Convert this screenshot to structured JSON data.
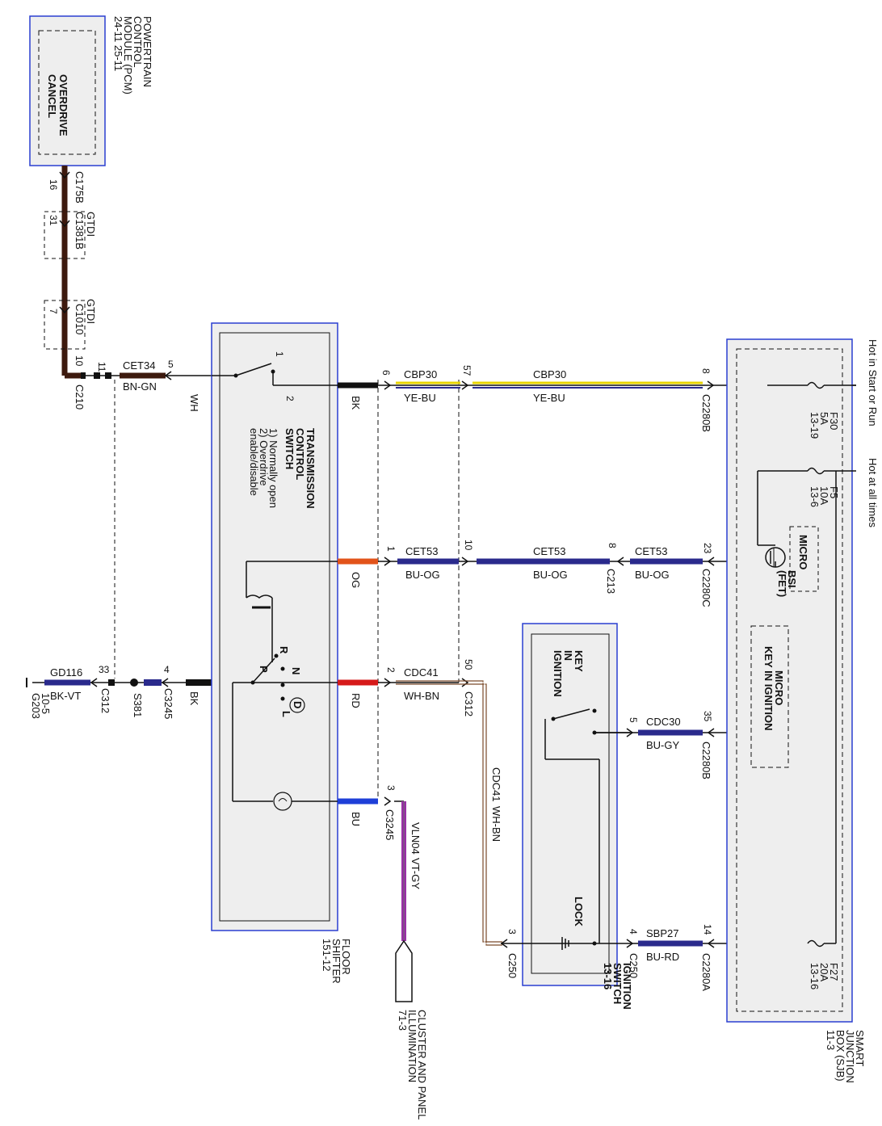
{
  "pcm": {
    "title_lines": [
      "POWERTRAIN",
      "CONTROL",
      "MODULE (PCM)",
      "24-11 25-11"
    ],
    "inner_lines": [
      "OVERDRIVE",
      "CANCEL"
    ]
  },
  "left_connectors": {
    "c175b": "C175B",
    "pin16": "16",
    "gtdi1": "GTDI",
    "c1381b": "C1381B",
    "pin31": "31",
    "gtdi2": "GTDI",
    "c1010": "C1010",
    "pin7": "7",
    "pin10": "10",
    "c210": "C210",
    "pin11": "11"
  },
  "wires": {
    "cet34": "CET34",
    "bn_gn": "BN-GN",
    "pin5": "5",
    "wh": "WH",
    "gd116": "GD116",
    "bk_vt": "BK-VT",
    "pin33": "33",
    "c312a": "C312",
    "s381": "S381",
    "pin4": "4",
    "c3245a": "C3245",
    "bk2": "BK",
    "g203": "G203",
    "g203_ref": "10-5",
    "bk1": "BK",
    "og": "OG",
    "rd": "RD",
    "bu": "BU",
    "p6": "6",
    "cbp30a": "CBP30",
    "ye_bu_a": "YE-BU",
    "p57": "57",
    "cbp30b": "CBP30",
    "ye_bu_b": "YE-BU",
    "p8a": "8",
    "c2280b_a": "C2280B",
    "p1": "1",
    "cet53a": "CET53",
    "bu_og_a": "BU-OG",
    "p10": "10",
    "cet53b": "CET53",
    "bu_og_b": "BU-OG",
    "p8b": "8",
    "c213": "C213",
    "cet53c": "CET53",
    "bu_og_c": "BU-OG",
    "p23": "23",
    "c2280c": "C2280C",
    "p2": "2",
    "cdc41a": "CDC41",
    "wh_bn_a": "WH-BN",
    "p50": "50",
    "c312b": "C312",
    "p5": "5",
    "cdc30": "CDC30",
    "bu_gy": "BU-GY",
    "p35": "35",
    "c2280b_b": "C2280B",
    "p3": "3",
    "c3245b": "C3245",
    "vln04": "VLN04",
    "vt_gy": "VT-GY",
    "cdc41b": "CDC41",
    "wh_bn_b": "WH-BN",
    "p3b": "3",
    "c250a": "C250",
    "p4b": "4",
    "c250b": "C250",
    "sbp27": "SBP27",
    "bu_rd": "BU-RD",
    "p14": "14",
    "c2280a": "C2280A"
  },
  "tcs": {
    "title_lines": [
      "TRANSMISSION",
      "CONTROL",
      "SWITCH"
    ],
    "note_lines": [
      "1) Normally open",
      "2) Overdrive",
      "enable/disable"
    ],
    "pin1": "1",
    "pin2": "2",
    "gear_r": "R",
    "gear_n": "N",
    "gear_d": "D",
    "gear_l": "L",
    "gear_p": "P"
  },
  "floor_shifter": {
    "lines": [
      "FLOOR",
      "SHIFTER",
      "151-12"
    ]
  },
  "cluster": {
    "lines": [
      "CLUSTER AND PANEL",
      "ILLUMINATION",
      "71-3"
    ]
  },
  "ignition_switch": {
    "title_lines": [
      "IGNITION",
      "SWITCH",
      "13-16"
    ],
    "key_lines": [
      "KEY",
      "IN",
      "IGNITION"
    ],
    "lock": "LOCK"
  },
  "sjb": {
    "title_lines": [
      "SMART",
      "JUNCTION",
      "BOX (SJB)",
      "11-3"
    ],
    "hot_start_run": "Hot in Start or Run",
    "hot_all_times": "Hot at all times",
    "f30_lines": [
      "F30",
      "5A",
      "13-19"
    ],
    "f5_lines": [
      "F5",
      "10A",
      "13-6"
    ],
    "f27_lines": [
      "F27",
      "20A",
      "13-16"
    ],
    "micro": "MICRO",
    "bsi_lines": [
      "BSI",
      "(FET)"
    ],
    "micro_key_lines": [
      "MICRO",
      "KEY IN IGNITION"
    ]
  },
  "colors": {
    "box_border": "#2a3fd0",
    "box_fill": "#eeeeee",
    "brown": "#3d1a0e",
    "yellow": "#e8d400",
    "blue": "#2a2a8c",
    "orange": "#e2531a",
    "red": "#d61a1a",
    "bright_blue": "#1e3fd8",
    "violet": "#9b2fa8",
    "gray": "#888888"
  }
}
